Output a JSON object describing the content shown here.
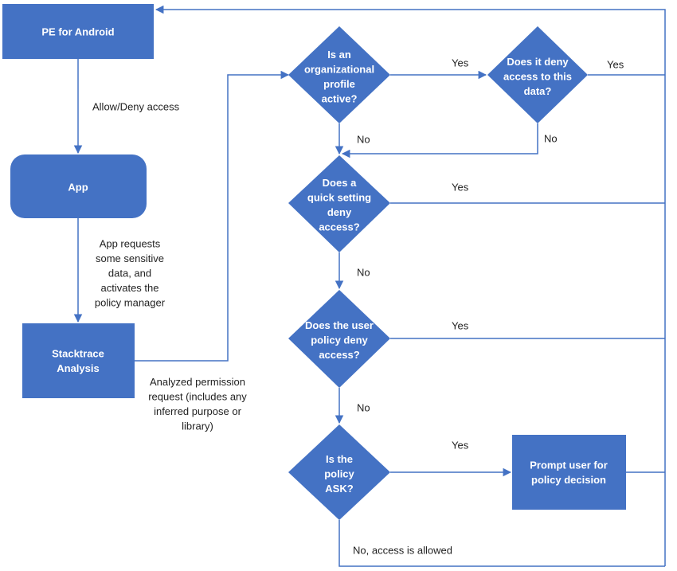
{
  "colors": {
    "node_fill": "#4472C4",
    "line": "#4472C4",
    "node_text": "#ffffff",
    "label_text": "#222222"
  },
  "nodes": {
    "pe_for_android": [
      "PE for Android"
    ],
    "app": [
      "App"
    ],
    "stacktrace": [
      "Stacktrace",
      "Analysis"
    ],
    "org_profile": [
      "Is an",
      "organizational",
      "profile",
      "active?"
    ],
    "deny_data": [
      "Does it deny",
      "access to this",
      "data?"
    ],
    "quick_setting": [
      "Does a",
      "quick setting",
      "deny",
      "access?"
    ],
    "user_policy": [
      "Does the user",
      "policy deny",
      "access?"
    ],
    "policy_ask": [
      "Is the",
      "policy",
      "ASK?"
    ],
    "prompt_user": [
      "Prompt user for",
      "policy decision"
    ]
  },
  "edge_labels": {
    "allow_deny": [
      "Allow/Deny access"
    ],
    "app_requests": [
      "App requests",
      "some sensitive",
      "data, and",
      "activates the",
      "policy manager"
    ],
    "analyzed": [
      "Analyzed permission",
      "request (includes any",
      "inferred purpose or",
      "library)"
    ],
    "yes_org": [
      "Yes"
    ],
    "yes_deny_data": [
      "Yes"
    ],
    "no_org": [
      "No"
    ],
    "no_deny_data": [
      "No"
    ],
    "yes_quick": [
      "Yes"
    ],
    "no_quick": [
      "No"
    ],
    "yes_user": [
      "Yes"
    ],
    "no_user": [
      "No"
    ],
    "yes_ask": [
      "Yes"
    ],
    "no_ask": [
      "No, access is allowed"
    ]
  }
}
